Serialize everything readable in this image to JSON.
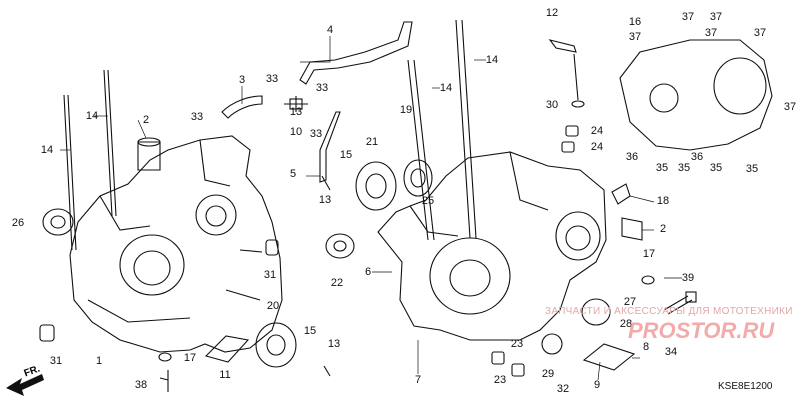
{
  "diagram": {
    "code": "KSE8E1200",
    "front_label": "FR.",
    "watermark_line": "ЗАПЧАСТИ И АКСЕССУАРЫ ДЛЯ МОТОТЕХНИКИ",
    "watermark_brand": "PROSTOR.RU"
  },
  "callouts": [
    {
      "n": "1"
    },
    {
      "n": "2"
    },
    {
      "n": "3"
    },
    {
      "n": "4"
    },
    {
      "n": "5"
    },
    {
      "n": "6"
    },
    {
      "n": "7"
    },
    {
      "n": "8"
    },
    {
      "n": "9"
    },
    {
      "n": "10"
    },
    {
      "n": "11"
    },
    {
      "n": "12"
    },
    {
      "n": "13"
    },
    {
      "n": "13"
    },
    {
      "n": "14"
    },
    {
      "n": "14"
    },
    {
      "n": "14"
    },
    {
      "n": "14"
    },
    {
      "n": "15"
    },
    {
      "n": "15"
    },
    {
      "n": "16"
    },
    {
      "n": "17"
    },
    {
      "n": "17"
    },
    {
      "n": "18"
    },
    {
      "n": "19"
    },
    {
      "n": "20"
    },
    {
      "n": "21"
    },
    {
      "n": "22"
    },
    {
      "n": "23"
    },
    {
      "n": "23"
    },
    {
      "n": "24"
    },
    {
      "n": "24"
    },
    {
      "n": "25"
    },
    {
      "n": "26"
    },
    {
      "n": "27"
    },
    {
      "n": "28"
    },
    {
      "n": "29"
    },
    {
      "n": "30"
    },
    {
      "n": "31"
    },
    {
      "n": "31"
    },
    {
      "n": "32"
    },
    {
      "n": "33"
    },
    {
      "n": "33"
    },
    {
      "n": "33"
    },
    {
      "n": "33"
    },
    {
      "n": "34"
    },
    {
      "n": "35"
    },
    {
      "n": "35"
    },
    {
      "n": "35"
    },
    {
      "n": "35"
    },
    {
      "n": "36"
    },
    {
      "n": "36"
    },
    {
      "n": "37"
    },
    {
      "n": "37"
    },
    {
      "n": "37"
    },
    {
      "n": "37"
    },
    {
      "n": "37"
    },
    {
      "n": "37"
    },
    {
      "n": "38"
    },
    {
      "n": "39"
    },
    {
      "n": "2"
    },
    {
      "n": "13"
    }
  ]
}
